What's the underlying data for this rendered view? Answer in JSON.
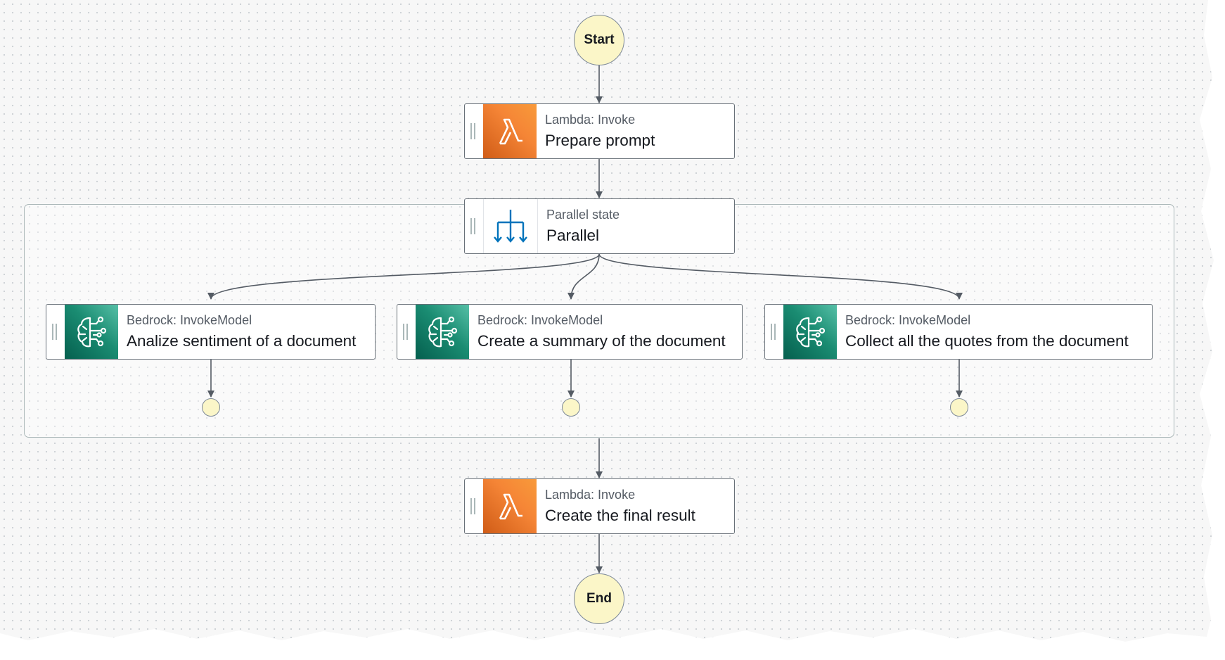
{
  "workflow": {
    "start_label": "Start",
    "end_label": "End",
    "prepare": {
      "type": "Lambda: Invoke",
      "name": "Prepare prompt",
      "icon": "lambda-icon"
    },
    "parallel": {
      "type": "Parallel state",
      "name": "Parallel",
      "icon": "parallel-branch-icon"
    },
    "branches": [
      {
        "type": "Bedrock: InvokeModel",
        "name": "Analize sentiment of a document",
        "icon": "bedrock-brain-icon"
      },
      {
        "type": "Bedrock: InvokeModel",
        "name": "Create a summary of the document",
        "icon": "bedrock-brain-icon"
      },
      {
        "type": "Bedrock: InvokeModel",
        "name": "Collect all the quotes from the document",
        "icon": "bedrock-brain-icon"
      }
    ],
    "final": {
      "type": "Lambda: Invoke",
      "name": "Create the final result",
      "icon": "lambda-icon"
    }
  },
  "colors": {
    "lambda": "#f58536",
    "bedrock": "#1a8c72",
    "terminal_fill": "#fbf6c8",
    "edge": "#545b64",
    "parallel_icon": "#0073bb"
  }
}
